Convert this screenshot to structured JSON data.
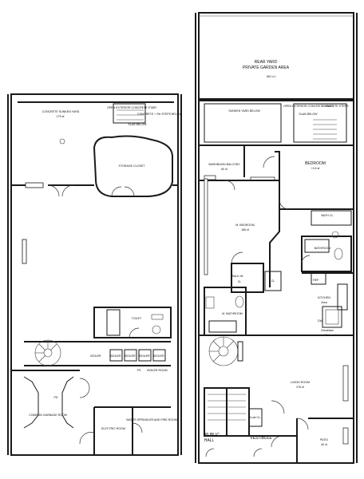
{
  "lower_level": {
    "garden_yard": {
      "name": "CONCRETE SUNKEN YARD",
      "area": "175 sf."
    },
    "open_exterior": "OPEN EXTERIOR CONCRETE STAIR",
    "stair_note": "CONCRETE + SH STEPS BELOW",
    "slab_note": "SLAB BELOW",
    "storage": "STORAGE CLOSET",
    "toilet": "TOILET",
    "ps": "PS",
    "boiler_room": "BOILER ROOM",
    "boiler_units": [
      "BOILER",
      "BOILER",
      "BOILER",
      "BOILER",
      "BOILER"
    ],
    "pd": "PD",
    "common_garbage": "COMMON GARBAGE ROOM",
    "electric_room": "ELECTRIC ROOM",
    "water_room": "WATER SPRINKLER AND FIRE ROOM"
  },
  "upper_level": {
    "rear_yard": {
      "line1": "REAR YARD",
      "line2": "PRIVATE GARDEN AREA",
      "area": "681 s.f."
    },
    "sunken_yard": "SUNKEN YARD BELOW",
    "open_exterior": "OPEN EXTERIOR CONCRETE STAIR",
    "slab_note": "SLAB BELOW",
    "stair_steps": "CONCRETE STEPS",
    "balcony": {
      "name": "WASHBASIN BALCONY",
      "area": "60 sf"
    },
    "bedroom": {
      "name": "BEDROOM",
      "area": "+1/4 sf"
    },
    "master_bedroom": {
      "name": "M. BEDROOM",
      "area": "186 sf"
    },
    "bath_cl": "BATH CL",
    "bathroom": "BATHROOM",
    "walk_in": {
      "name": "WALK-IN",
      "code": "CL"
    },
    "closet": "CL",
    "ref": "REF.",
    "m_bathroom": "M. BATHROOM",
    "kitchen": {
      "name": "KITCHEN",
      "area": "Area"
    },
    "dw": "DW",
    "breakfast": {
      "name": "Breakfast",
      "area": "Bar"
    },
    "living_room": {
      "name": "LIVING ROOM",
      "area": "276 sf"
    },
    "coat": "Coat CL.",
    "public_hall": {
      "line1": "PUBLIC",
      "line2": "HALL"
    },
    "vestibule": "VESTIBULE",
    "patio": {
      "name": "PATIO",
      "area": "40 sf"
    }
  }
}
